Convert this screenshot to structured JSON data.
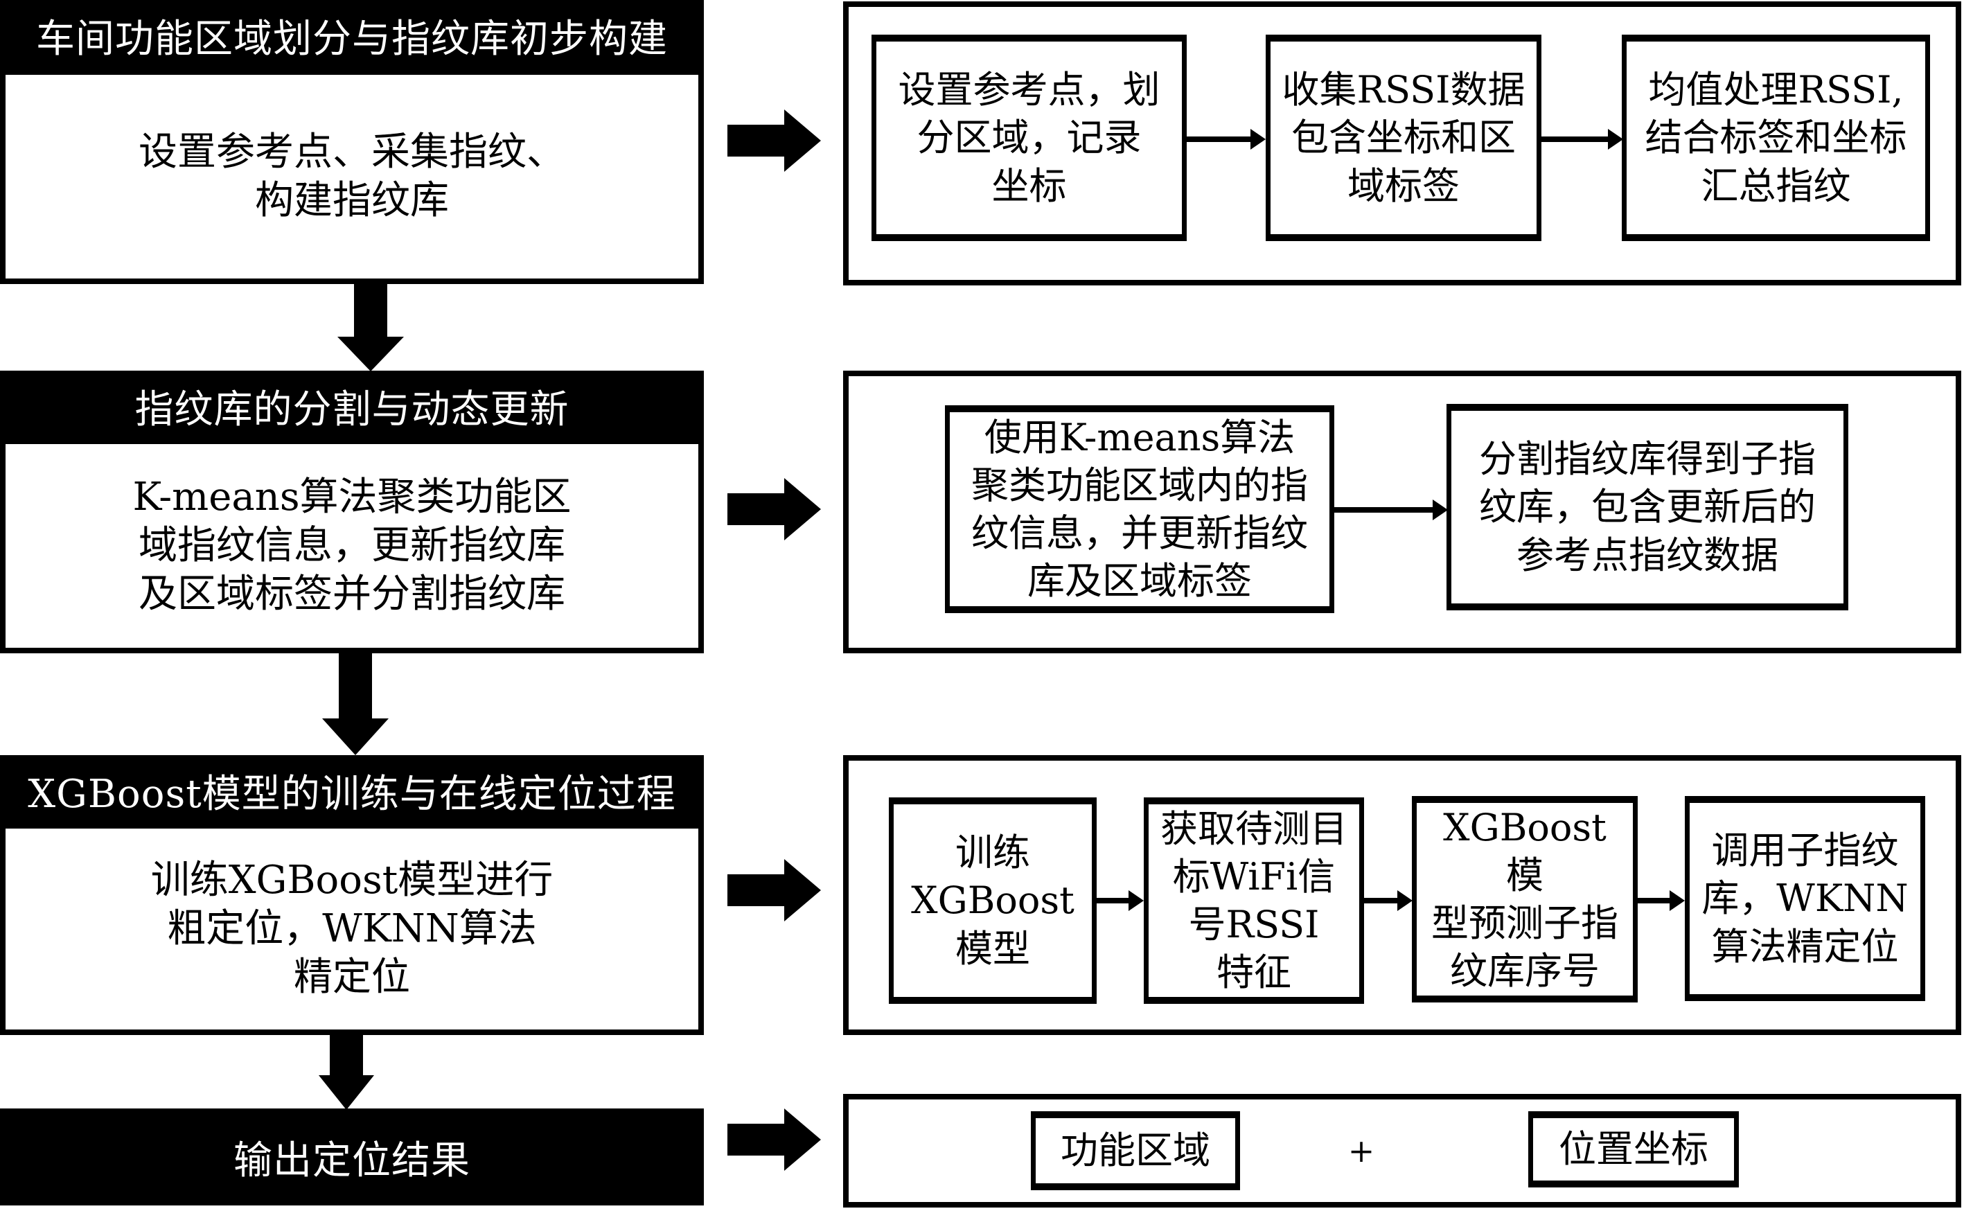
{
  "sections": [
    {
      "header": "车间功能区域划分与指纹库初步构建",
      "summary": "设置参考点、采集指纹、\n构建指纹库",
      "steps": [
        "设置参考点，划\n分区域，记录\n坐标",
        "收集RSSI数据\n包含坐标和区\n域标签",
        "均值处理RSSI,\n结合标签和坐标\n汇总指纹"
      ]
    },
    {
      "header": "指纹库的分割与动态更新",
      "summary": "K-means算法聚类功能区\n域指纹信息，更新指纹库\n及区域标签并分割指纹库",
      "steps": [
        "使用K-means算法\n聚类功能区域内的指\n纹信息，并更新指纹\n库及区域标签",
        "分割指纹库得到子指\n纹库，包含更新后的\n参考点指纹数据"
      ]
    },
    {
      "header": "XGBoost模型的训练与在线定位过程",
      "summary": "训练XGBoost模型进行\n粗定位，WKNN算法\n精定位",
      "steps": [
        "训练\nXGBoost\n模型",
        "获取待测目\n标WiFi信\n号RSSI\n特征",
        "XGBoost模\n型预测子指\n纹库序号",
        "调用子指纹\n库，WKNN\n算法精定位"
      ]
    },
    {
      "header": "输出定位结果",
      "outputs": [
        "功能区域",
        "位置坐标"
      ],
      "joiner": "+"
    }
  ]
}
